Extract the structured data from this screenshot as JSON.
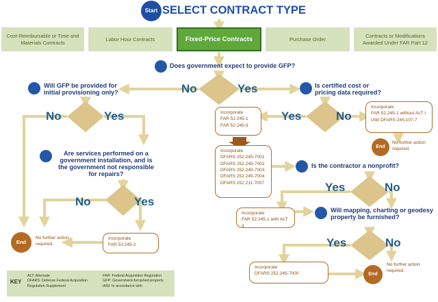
{
  "title": "SELECT CONTRACT TYPE",
  "start_label": "Start",
  "end_label": "End",
  "contract_types": [
    "Cost-Reimbursable or Time and Materials Contracts",
    "Labor Hour Contracts",
    "Fixed-Price Contracts",
    "Purchase Order",
    "Contracts or Modifications Awarded Under FAR Part 12"
  ],
  "questions": {
    "q1": "Does government expect to provide GFP?",
    "q2": "Will GFP be provided for initial provisioning only?",
    "q3": "Is certified cost or pricing data required?",
    "q4": "Are services performed on a government installation, and is the government not responsible for repairs?",
    "q5": "Is the contractor a nonprofit?",
    "q6": "Will mapping, charting or geodesy property be furnished?"
  },
  "answers": {
    "yes": "Yes",
    "no": "No"
  },
  "boxes": {
    "far_245_1_245_9": [
      "Incorporate",
      "FAR 52.245-1",
      "FAR 52.245-9"
    ],
    "far_without_alt": [
      "Incorporate",
      "FAR 52.245-1 without ALT I",
      "IAW DFARS 245.107-7"
    ],
    "dfars_list": [
      "Incorporate",
      "DFARS 252.245-7001",
      "DFARS 252.245-7002",
      "DFARS 252.245-7003",
      "DFARS 252.245-7004",
      "DFARS 252.211-7007"
    ],
    "far_with_alt2": [
      "Incorporate",
      "FAR 52.245-1 with ALT II"
    ],
    "far_245_2": [
      "Incorporate",
      "FAR 52.245-2"
    ],
    "dfars_7000": [
      "Incorporate",
      "DFARS 252.245-7000"
    ]
  },
  "no_further_action": "No further action required.",
  "key": {
    "label": "KEY",
    "items": [
      "ALT: Alternate",
      "DFARS: Defense Federal Acquisition Regulation Supplement",
      "FAR: Federal Acquisition Regulation",
      "GFP: Government-furnished property",
      "IAW: In accordance with"
    ]
  },
  "colors": {
    "navy_text": "#1f3b7a",
    "blue_dot": "#2557a8",
    "diamond": "#dcc48a",
    "arrow": "#e3d39a",
    "bar_light": "#d6e1bd",
    "bar_active": "#5fa83b",
    "box_border": "#b06a24",
    "end_circle": "#b36a22"
  }
}
